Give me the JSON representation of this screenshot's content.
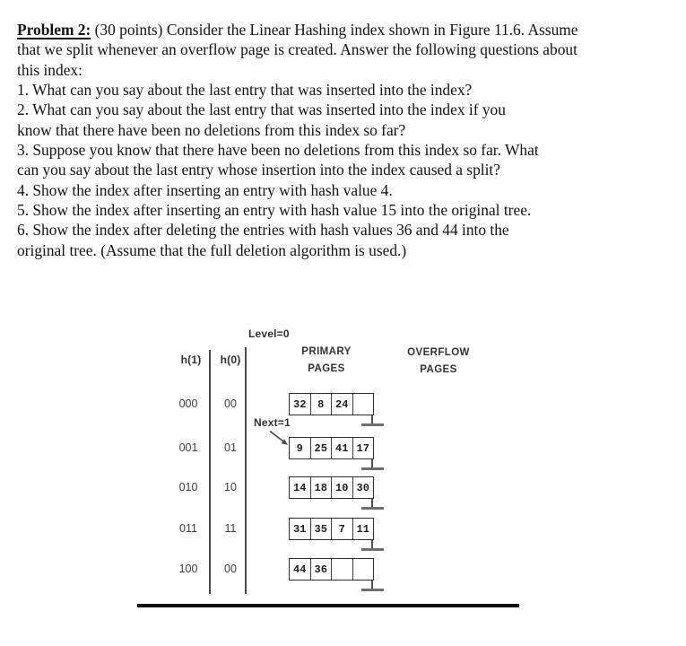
{
  "problem": {
    "title": "Problem 2:",
    "lines": [
      " (30 points) Consider the Linear Hashing index shown in Figure 11.6. Assume",
      "that we split whenever an overflow page is created. Answer the following questions about",
      "this index:",
      "1. What can you say about the last entry that was inserted into the index?",
      "2. What can you say about the last entry that was inserted into the index if you",
      "know that there have been no deletions from this index so far?",
      "3. Suppose you know that there have been no deletions from this index so far. What",
      "can you say about the last entry whose insertion into the index caused a split?",
      "4. Show the index after inserting an entry with hash value 4.",
      "5. Show the index after inserting an entry with hash value 15 into the original tree.",
      "6. Show the index after deleting the entries with hash values 36 and 44 into the",
      "original tree. (Assume that the full deletion algorithm is used.)"
    ]
  },
  "figure": {
    "level_label": "Level=0",
    "next_label": "Next=1",
    "h1_header": "h(1)",
    "h0_header": "h(0)",
    "primary_header": [
      "PRIMARY",
      "PAGES"
    ],
    "overflow_header": [
      "OVERFLOW",
      "PAGES"
    ],
    "rows": [
      {
        "h1": "000",
        "h0": "00",
        "cells": [
          "32",
          "8",
          "24",
          ""
        ]
      },
      {
        "h1": "001",
        "h0": "01",
        "cells": [
          "9",
          "25",
          "41",
          "17"
        ]
      },
      {
        "h1": "010",
        "h0": "10",
        "cells": [
          "14",
          "18",
          "10",
          "30"
        ]
      },
      {
        "h1": "011",
        "h0": "11",
        "cells": [
          "31",
          "35",
          "7",
          "11"
        ]
      },
      {
        "h1": "100",
        "h0": "00",
        "cells": [
          "44",
          "36",
          "",
          ""
        ]
      }
    ],
    "icons": {
      "next_arrow": "diagonal-arrow-down-right",
      "null_pointer": "end-of-chain-ground-symbol"
    }
  },
  "colors": {
    "page_bg": "#ffffff",
    "text": "#121212",
    "diagram_line": "#3a3a3a"
  }
}
